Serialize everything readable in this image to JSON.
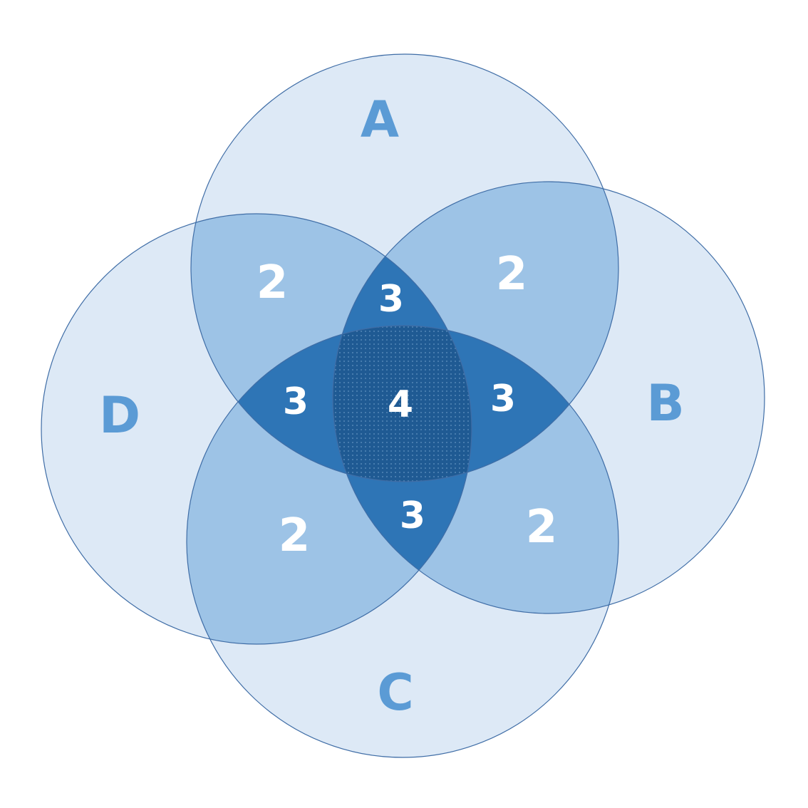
{
  "colors": {
    "set_fill": "#dde9f6",
    "set_stroke": "#3f6da6",
    "pair_fill": "#9dc3e6",
    "triple_fill": "#2e75b6",
    "center_fill": "#1f5a93",
    "set_label": "#5b9bd5",
    "region_label": "#ffffff"
  },
  "sets": [
    {
      "id": "A",
      "label": "A"
    },
    {
      "id": "B",
      "label": "B"
    },
    {
      "id": "C",
      "label": "C"
    },
    {
      "id": "D",
      "label": "D"
    }
  ],
  "regions": {
    "AD": "2",
    "AB": "2",
    "CD": "2",
    "BC": "2",
    "ABD": "3",
    "ACD": "3",
    "ABC": "3",
    "BCD": "3",
    "ABCD": "4"
  }
}
